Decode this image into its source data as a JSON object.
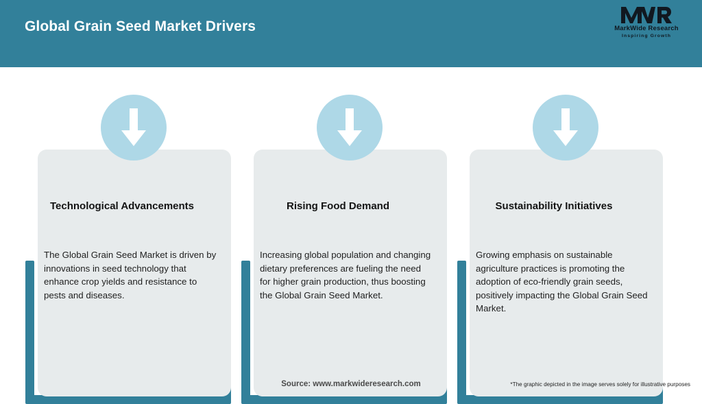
{
  "header": {
    "title": "Global Grain Seed Market Drivers",
    "background_color": "#32809a",
    "title_color": "#ffffff"
  },
  "logo": {
    "mark": "MWR",
    "name": "MarkWide Research",
    "tagline": "Inspiring Growth"
  },
  "theme": {
    "teal": "#32809a",
    "panel_gray": "#e7ebec",
    "badge_blue": "#aed8e7",
    "arrow_white": "#ffffff",
    "page_background": "#ffffff"
  },
  "cards": [
    {
      "icon": "down-arrow-icon",
      "title": "Technological Advancements",
      "body": "The Global Grain Seed Market is driven by innovations in seed technology that enhance crop yields and resistance to pests and diseases."
    },
    {
      "icon": "down-arrow-icon",
      "title": "Rising Food Demand",
      "body": "Increasing global population and changing dietary preferences are fueling the need for higher grain production, thus boosting the Global Grain Seed Market."
    },
    {
      "icon": "down-arrow-icon",
      "title": "Sustainability Initiatives",
      "body": "Growing emphasis on sustainable agriculture practices is promoting the adoption of eco-friendly grain seeds, positively impacting the Global Grain Seed Market."
    }
  ],
  "footer": {
    "source": "Source: www.markwideresearch.com",
    "disclaimer": "*The graphic depicted in the image serves solely for illustrative purposes"
  }
}
